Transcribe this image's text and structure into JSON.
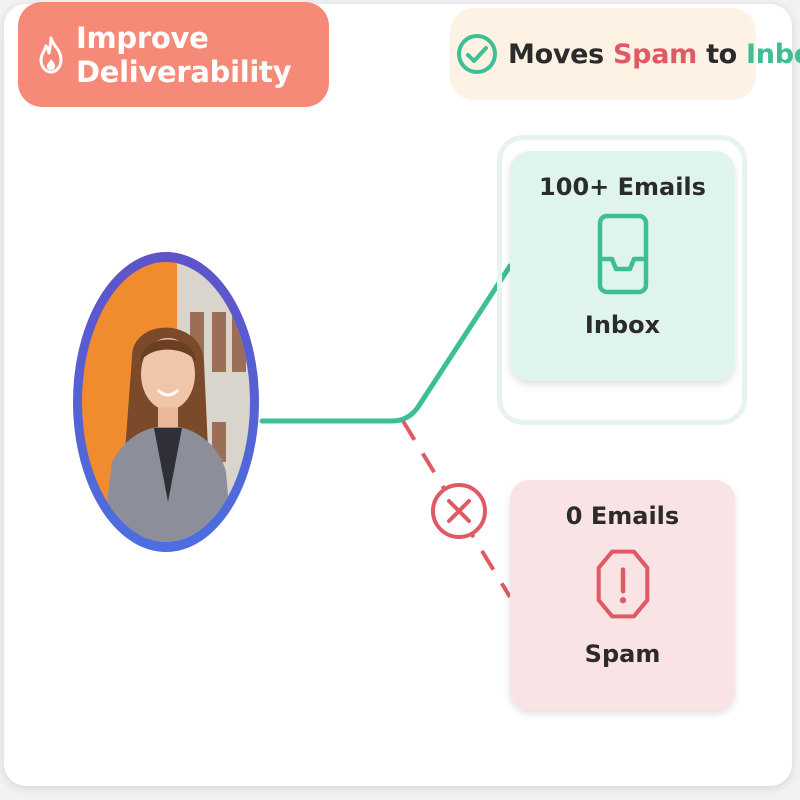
{
  "header": {
    "left_badge": {
      "label": "Improve Deliverability",
      "icon": "flame-icon",
      "color": "#f58a78"
    },
    "right_badge": {
      "prefix": "Moves",
      "spam_word": "Spam",
      "connector": "to",
      "inbox_word": "Inbox",
      "icon": "check-circle-icon"
    }
  },
  "inbox_box": {
    "count": "100+ Emails",
    "label": "Inbox",
    "icon": "inbox-tray-icon",
    "color": "#e0f4ee"
  },
  "spam_box": {
    "count": "0 Emails",
    "label": "Spam",
    "icon": "warning-octagon-icon",
    "color": "#fae3e4"
  },
  "avatar": {
    "icon": "avatar"
  },
  "colors": {
    "accent_green": "#3dbf95",
    "accent_red": "#e05a63",
    "ring": "#5a5fd0"
  }
}
